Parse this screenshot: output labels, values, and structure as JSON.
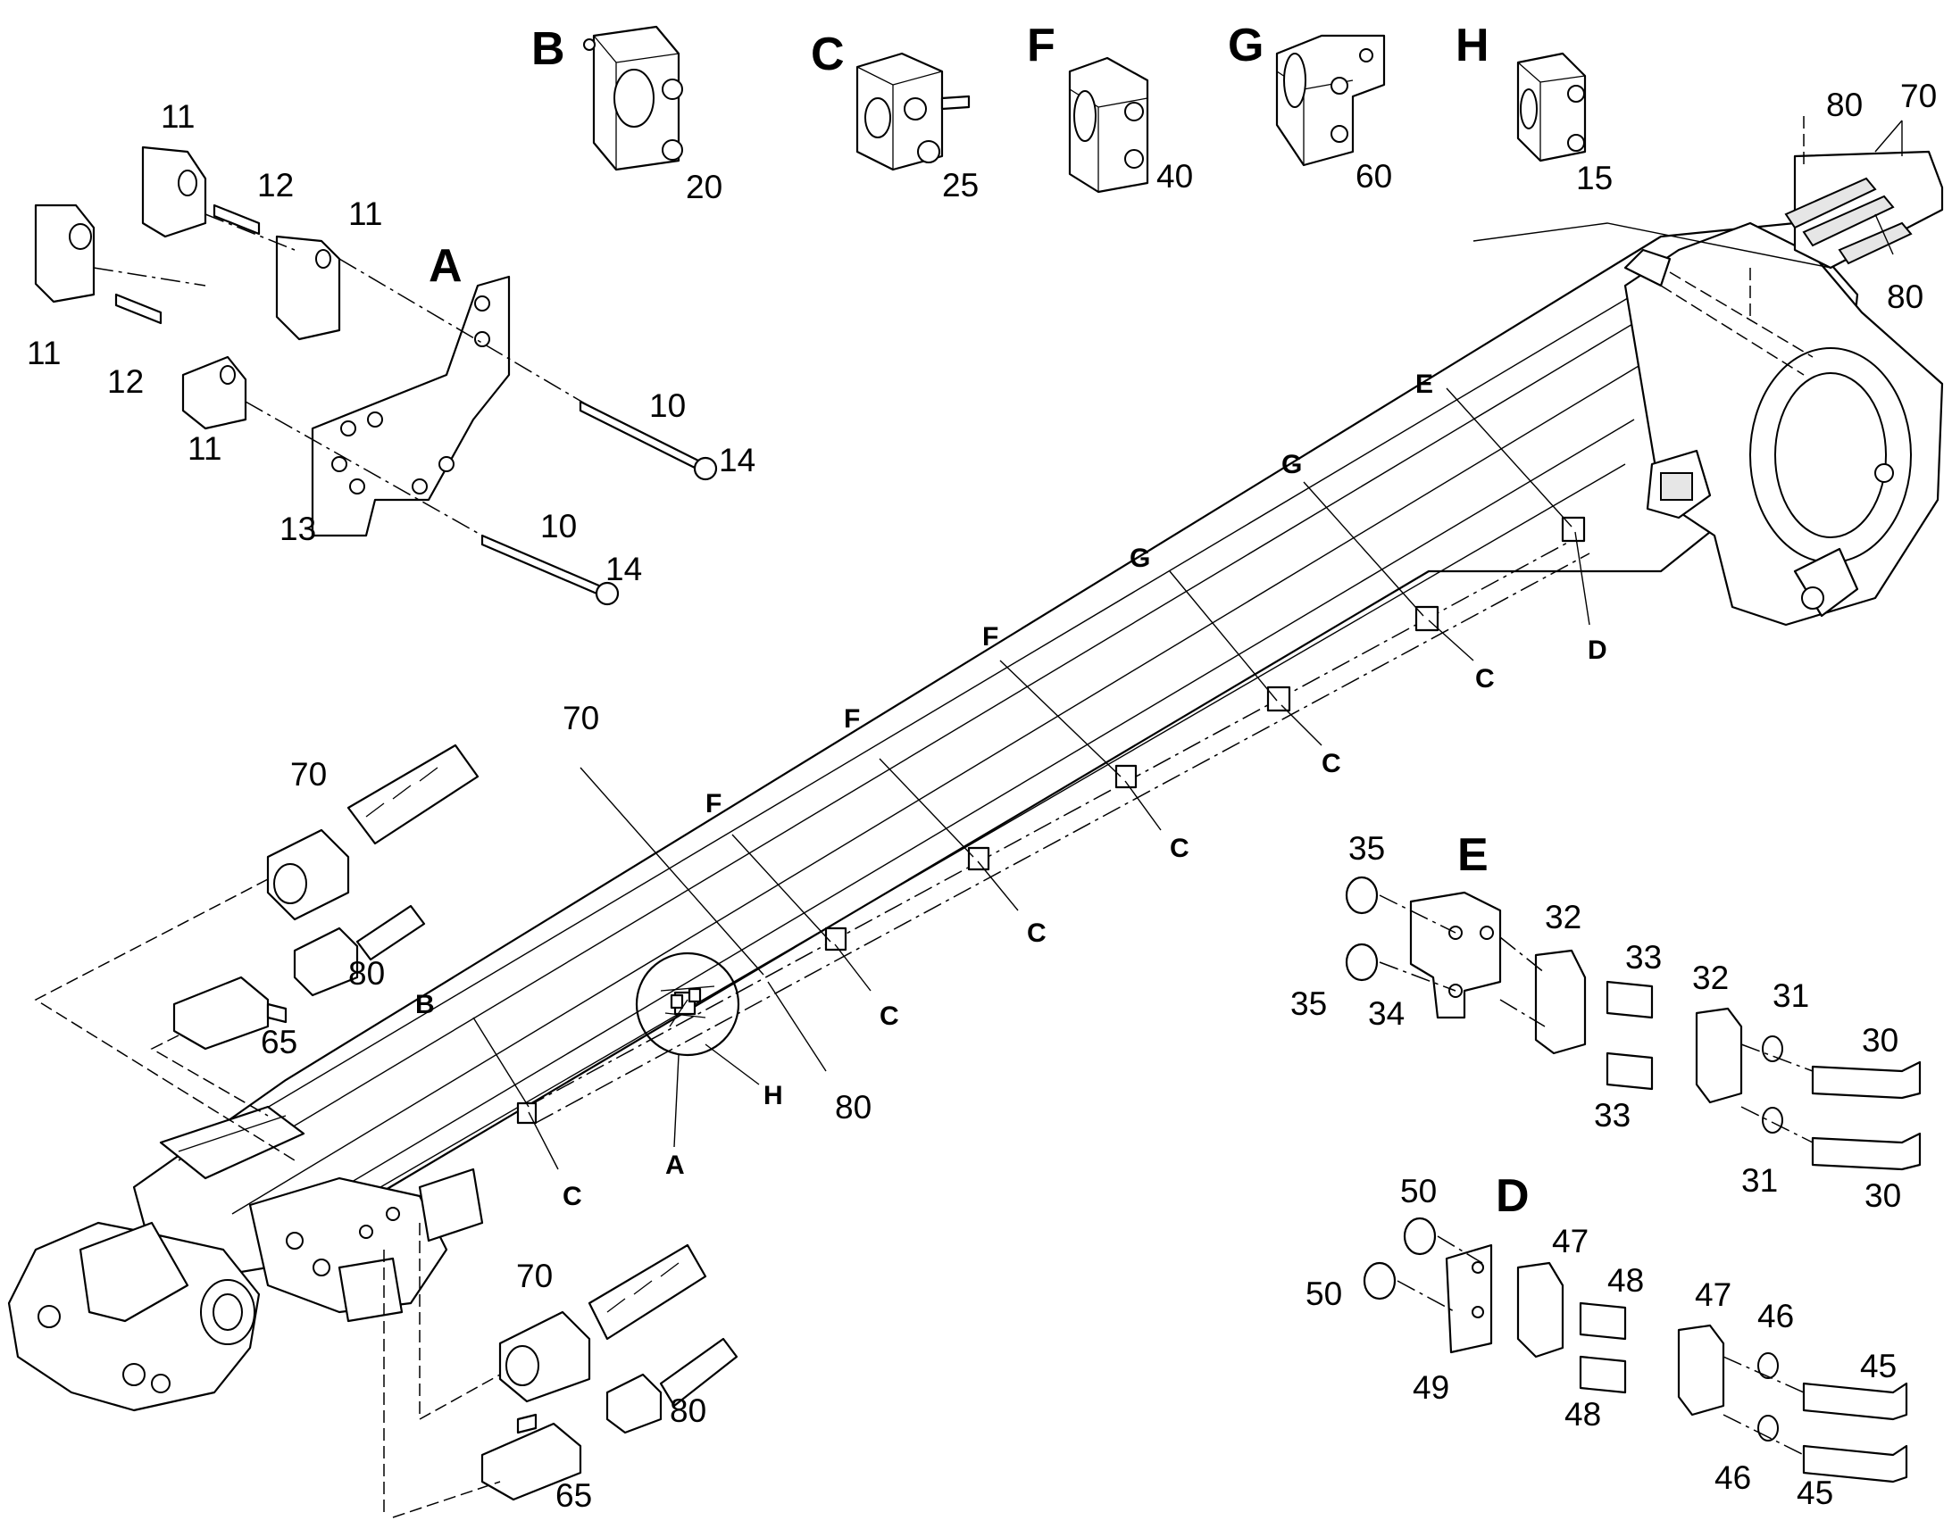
{
  "detail_labels": {
    "A": "A",
    "B": "B",
    "C": "C",
    "D": "D",
    "E": "E",
    "F": "F",
    "G": "G",
    "H": "H"
  },
  "part_numbers": {
    "n10": "10",
    "n11": "11",
    "n12": "12",
    "n13": "13",
    "n14": "14",
    "n15": "15",
    "n20": "20",
    "n25": "25",
    "n30": "30",
    "n31": "31",
    "n32": "32",
    "n33": "33",
    "n34": "34",
    "n35": "35",
    "n40": "40",
    "n45": "45",
    "n46": "46",
    "n47": "47",
    "n48": "48",
    "n49": "49",
    "n50": "50",
    "n60": "60",
    "n65": "65",
    "n70": "70",
    "n80": "80"
  },
  "colors": {
    "ink": "#000000",
    "paper": "#ffffff",
    "shade": "#e6e6e6"
  }
}
